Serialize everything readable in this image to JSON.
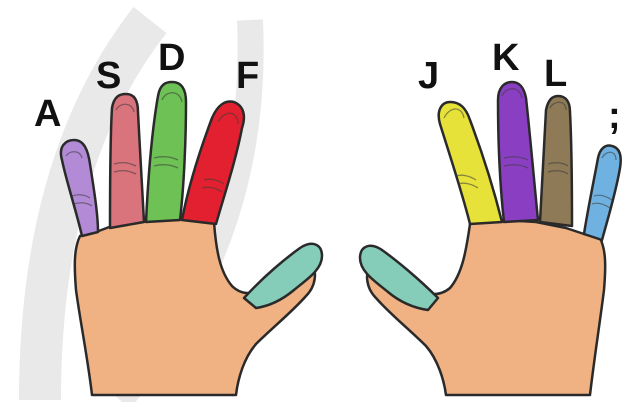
{
  "colors": {
    "palm": "#f0b183",
    "thumb": "#86cdb9",
    "outline": "#2a2a2a",
    "watermark": "#e9e9e9"
  },
  "left_hand": {
    "fingers": [
      {
        "key": "A",
        "finger": "pinky",
        "color": "#b28ad6"
      },
      {
        "key": "S",
        "finger": "ring",
        "color": "#d9737c"
      },
      {
        "key": "D",
        "finger": "middle",
        "color": "#6ec155"
      },
      {
        "key": "F",
        "finger": "index",
        "color": "#e2202f"
      }
    ],
    "thumb": {
      "finger": "thumb",
      "color": "#86cdb9"
    }
  },
  "right_hand": {
    "fingers": [
      {
        "key": "J",
        "finger": "index",
        "color": "#e6e23a"
      },
      {
        "key": "K",
        "finger": "middle",
        "color": "#8a3fc3"
      },
      {
        "key": "L",
        "finger": "ring",
        "color": "#8f7a57"
      },
      {
        "key": ";",
        "finger": "pinky",
        "color": "#6fb2e1"
      }
    ],
    "thumb": {
      "finger": "thumb",
      "color": "#86cdb9"
    }
  }
}
